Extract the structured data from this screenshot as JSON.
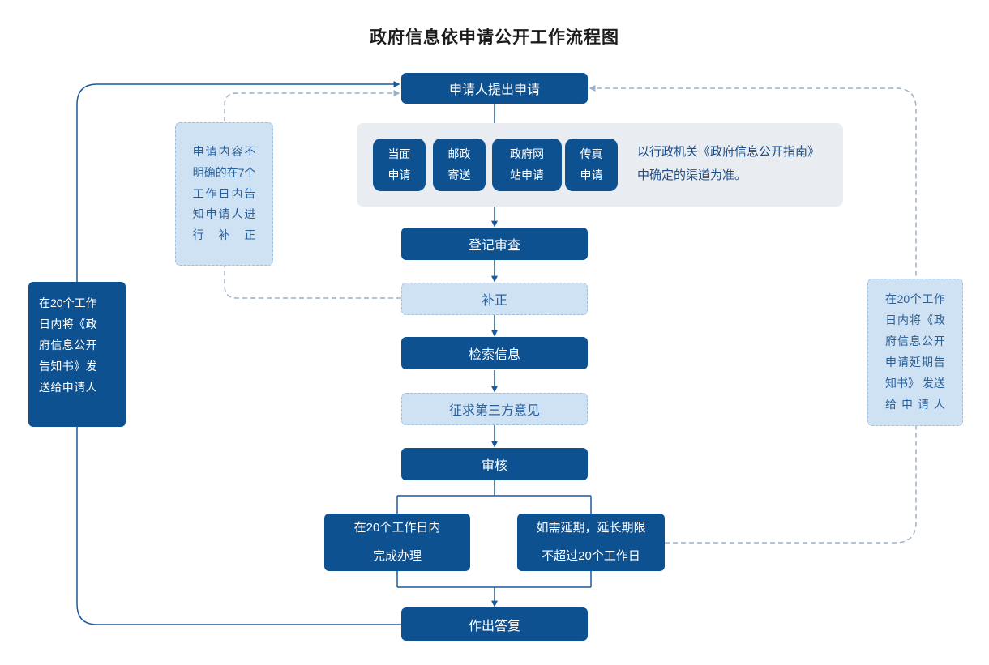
{
  "title": "政府信息依申请公开工作流程图",
  "colors": {
    "node_dark_fill": "#0e5191",
    "node_dark_text": "#ffffff",
    "node_light_fill": "#cfe2f4",
    "node_light_border": "#9fc0dd",
    "node_light_text": "#2a6099",
    "band_fill": "#e9edf2",
    "connector_solid": "#1a5a9c",
    "connector_dashed": "#9bb0c6",
    "note_text": "#1d4e8a",
    "title_text": "#1c1c1c"
  },
  "nodes": {
    "apply": "申请人提出申请",
    "channels": [
      "当面\n申请",
      "邮政\n寄送",
      "政府网\n站申请",
      "传真\n申请"
    ],
    "channel_note": "以行政机关《政府信息公开指南》\n中确定的渠道为准。",
    "register": "登记审查",
    "supplement": "补正",
    "retrieve": "检索信息",
    "third_party": "征求第三方意见",
    "review": "审核",
    "complete": "在20个工作日内\n完成办理",
    "extend": "如需延期，延长期限\n不超过20个工作日",
    "reply": "作出答复",
    "notice_left": "在20个工作\n日内将《政\n府信息公开\n告知书》发\n送给申请人",
    "supplement_note": "申请内容不\n明确的在7个\n工作日内告\n知申请人进\n行补正",
    "notice_right": "在20个工作\n日内将《政\n府信息公开\n申请延期告\n知书》 发送\n给申请人"
  }
}
